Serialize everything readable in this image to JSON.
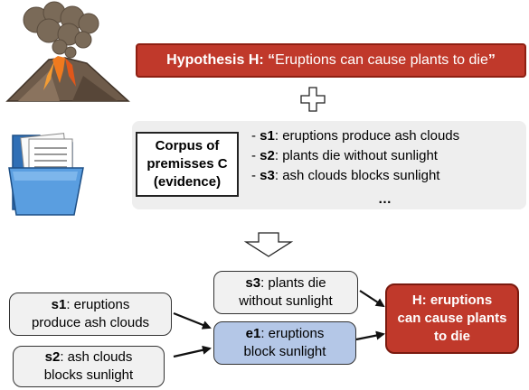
{
  "hypothesis": {
    "prefix": "Hypothesis H: “",
    "text": "Eruptions can cause plants to die",
    "suffix": "”"
  },
  "corpus": {
    "label_line1": "Corpus of",
    "label_line2": "premisses C",
    "label_line3": "(evidence)",
    "premises": [
      {
        "id": "s1",
        "text": ": eruptions produce ash clouds"
      },
      {
        "id": "s2",
        "text": ": plants die without sunlight"
      },
      {
        "id": "s3",
        "text": ": ash clouds blocks sunlight"
      }
    ],
    "ellipsis": "…"
  },
  "graph": {
    "s1": {
      "id": "s1",
      "line1": ": eruptions",
      "line2": "produce ash clouds"
    },
    "s2": {
      "id": "s2",
      "line1": ": ash clouds",
      "line2": "blocks sunlight"
    },
    "s3": {
      "id": "s3",
      "line1": ": plants die",
      "line2": "without sunlight"
    },
    "e1": {
      "id": "e1",
      "line1": ": eruptions",
      "line2": "block sunlight"
    },
    "h": {
      "line1": "H: eruptions",
      "line2": "can cause plants",
      "line3": "to die"
    }
  },
  "colors": {
    "hypothesis": "#c0392b",
    "intermediate": "#b4c7e7",
    "premise_box": "#f1f1f1",
    "panel": "#eeeeee"
  },
  "icons": [
    "volcano-icon",
    "folder-documents-icon",
    "plus-icon",
    "down-arrow-icon"
  ]
}
